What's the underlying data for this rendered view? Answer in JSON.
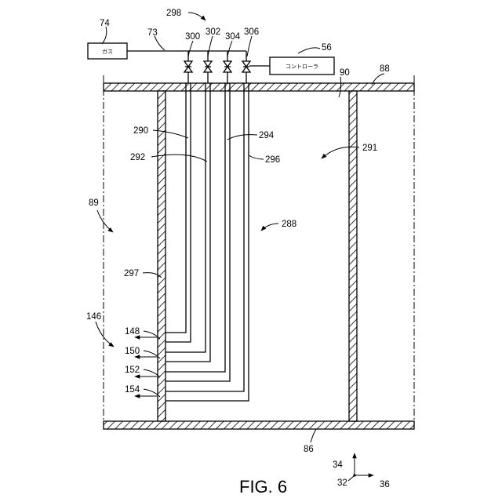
{
  "figure": {
    "caption": "FIG. 6"
  },
  "boxes": {
    "gas": "ガス",
    "controller": "コントローラ"
  },
  "labels": {
    "gas_ref": "74",
    "line_ref": "73",
    "valve_group_ref": "298",
    "valve_1": "300",
    "valve_2": "302",
    "valve_3": "304",
    "valve_4": "306",
    "controller_ref": "56",
    "wall_90": "90",
    "wall_88": "88",
    "tube_290": "290",
    "tube_294": "294",
    "tube_292": "292",
    "tube_296": "296",
    "region_291": "291",
    "region_89": "89",
    "region_288": "288",
    "wall_297": "297",
    "port_group_146": "146",
    "port_148": "148",
    "port_150": "150",
    "port_152": "152",
    "port_154": "154",
    "wall_86": "86",
    "axis_34": "34",
    "axis_32": "32",
    "axis_36": "36"
  },
  "icons": [
    "valve-icon",
    "hatch-pattern",
    "arrow-icon",
    "axis-triad-icon"
  ]
}
